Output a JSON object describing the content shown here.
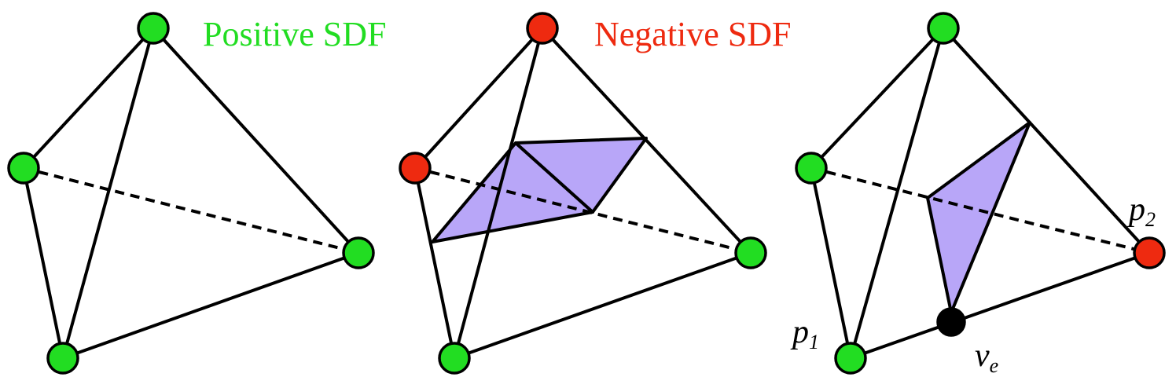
{
  "colors": {
    "positive": "#22dd22",
    "negative": "#ee2a10",
    "surface": "#b8a6f8",
    "edge_vertex": "#000000"
  },
  "legend": {
    "positive_label": "Positive SDF",
    "negative_label": "Negative SDF"
  },
  "labels": {
    "p1": {
      "base": "p",
      "sub": "1"
    },
    "p2": {
      "base": "p",
      "sub": "2"
    },
    "ve": {
      "base": "v",
      "sub": "e"
    }
  },
  "panels": [
    {
      "id": "all-positive",
      "vertex_signs": [
        "positive",
        "positive",
        "positive",
        "positive"
      ]
    },
    {
      "id": "two-negative",
      "vertex_signs": [
        "negative",
        "negative",
        "positive",
        "positive"
      ]
    },
    {
      "id": "one-negative",
      "vertex_signs": [
        "positive",
        "positive",
        "negative",
        "positive"
      ]
    }
  ]
}
